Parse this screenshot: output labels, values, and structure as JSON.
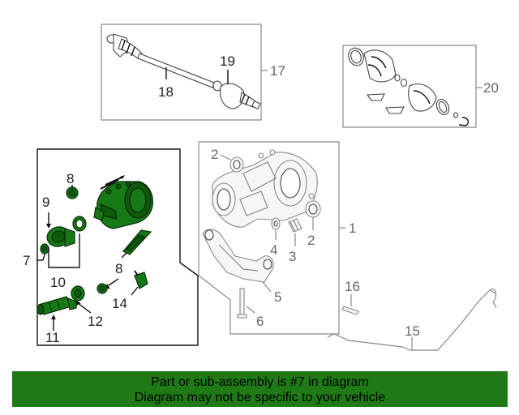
{
  "callouts": {
    "c1": "1",
    "c2a": "2",
    "c2b": "2",
    "c3": "3",
    "c4": "4",
    "c5": "5",
    "c6": "6",
    "c7": "7",
    "c8a": "8",
    "c8b": "8",
    "c9": "9",
    "c10": "10",
    "c11": "11",
    "c12": "12",
    "c14": "14",
    "c15": "15",
    "c16": "16",
    "c17": "17",
    "c18": "18",
    "c19": "19",
    "c20": "20"
  },
  "banner": {
    "line1": "Part or sub-assembly is #7 in diagram",
    "line2": "Diagram may not be specific to your vehicle",
    "color": "#1f7a16"
  },
  "highlight_color": "#157a15"
}
